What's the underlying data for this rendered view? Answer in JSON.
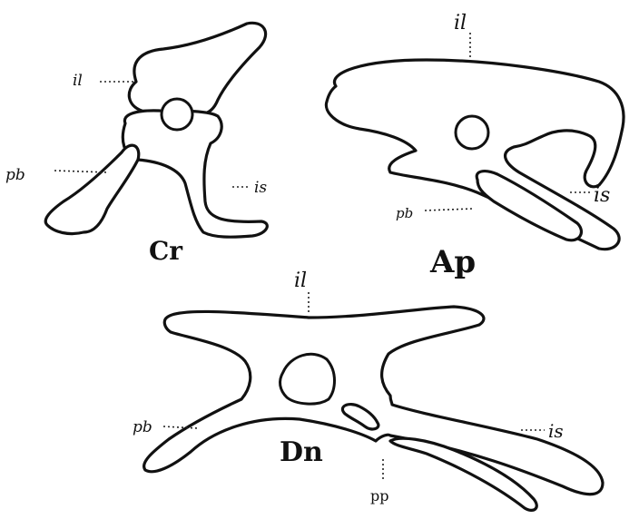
{
  "figures": {
    "cr": {
      "title": "Cr",
      "labels": {
        "il": "il",
        "pb": "pb",
        "is": "is"
      }
    },
    "ap": {
      "title": "Ap",
      "labels": {
        "il": "il",
        "pb": "pb",
        "is": "is"
      }
    },
    "dn": {
      "title": "Dn",
      "labels": {
        "il": "il",
        "pb": "pb",
        "is": "is",
        "pp": "pp"
      }
    }
  },
  "colors": {
    "ink": "#111111",
    "paper": "#ffffff"
  }
}
